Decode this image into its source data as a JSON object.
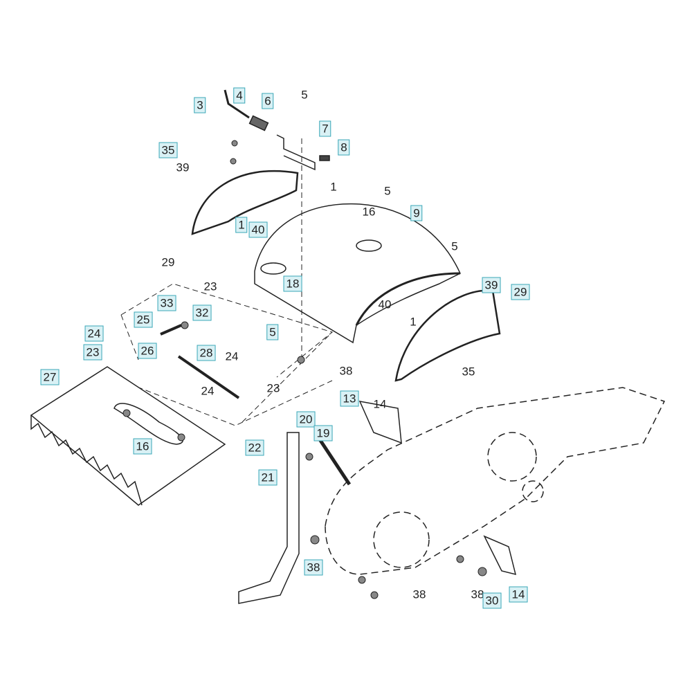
{
  "diagram": {
    "type": "exploded parts diagram",
    "callouts": [
      "3",
      "4",
      "6",
      "5",
      "7",
      "8",
      "35",
      "39",
      "1",
      "5",
      "9",
      "16",
      "1",
      "40",
      "29",
      "5",
      "39",
      "29",
      "18",
      "23",
      "33",
      "25",
      "32",
      "1",
      "40",
      "5",
      "24",
      "23",
      "26",
      "28",
      "24",
      "38",
      "27",
      "23",
      "24",
      "35",
      "13",
      "14",
      "20",
      "19",
      "22",
      "16",
      "21",
      "38",
      "38",
      "38",
      "30",
      "14"
    ],
    "boxed_color": "#d9f1f5",
    "boxed_border": "#3aa7b7"
  }
}
